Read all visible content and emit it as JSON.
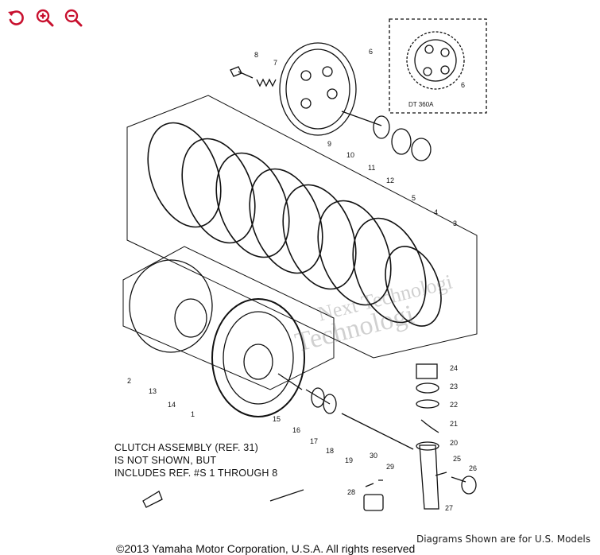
{
  "toolbar": {
    "rotate_icon": "rotate-ccw-icon",
    "zoom_in_icon": "zoom-in-icon",
    "zoom_out_icon": "zoom-out-icon",
    "accent": "#c8102e"
  },
  "inset": {
    "label": "DT 360A"
  },
  "callouts": [
    "1",
    "2",
    "3",
    "4",
    "5",
    "6",
    "7",
    "8",
    "9",
    "10",
    "11",
    "12",
    "13",
    "14",
    "15",
    "16",
    "17",
    "18",
    "19",
    "20",
    "21",
    "22",
    "23",
    "24",
    "25",
    "26",
    "27",
    "28",
    "29",
    "30"
  ],
  "note": {
    "line1": "CLUTCH ASSEMBLY (REF. 31)",
    "line2": "IS NOT SHOWN, BUT",
    "line3": "INCLUDES  REF. #S 1 THROUGH 8"
  },
  "watermark": {
    "line1": "Next Technologi",
    "line2": "Technologi"
  },
  "models_note": "Diagrams Shown are for U.S. Models",
  "copyright": "©2013 Yamaha Motor Corporation, U.S.A. All rights reserved"
}
